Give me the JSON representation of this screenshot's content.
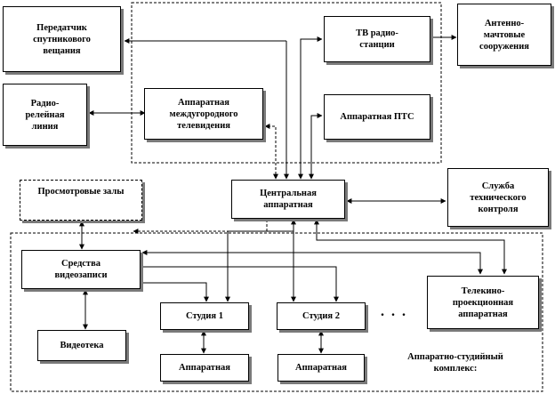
{
  "nodes": {
    "sputnik_transmitter": "Передатчик\nспутникового\nвещания",
    "radio_relay": "Радио-\nрелейная\nлиния",
    "intercity_tv": "Аппаратная\nмеждугородного\nтелевидения",
    "tv_radio_station": "ТВ радио-\nстанции",
    "antenna_mast": "Антенно-\nмачтовые\nсооружения",
    "ptc_room": "Аппаратная ПТС",
    "viewing_rooms": "Просмотровые залы",
    "central_room": "Центральная\nаппаратная",
    "tech_control": "Служба\nтехнического\nконтроля",
    "video_recording": "Средства\nвидеозаписи",
    "tele_projection": "Телекино-\nпроекционная\nаппаратная",
    "studio_1": "Студия  1",
    "studio_2": "Студия  2",
    "video_library": "Видеотека",
    "studio1_room": "Аппаратная",
    "studio2_room": "Аппаратная"
  },
  "ellipsis": ". . .",
  "complex_caption": "Аппаратно-студийный\nкомплекс:",
  "colors": {
    "line": "#000000",
    "shadow": "#7a7a7a",
    "background": "#ffffff"
  }
}
